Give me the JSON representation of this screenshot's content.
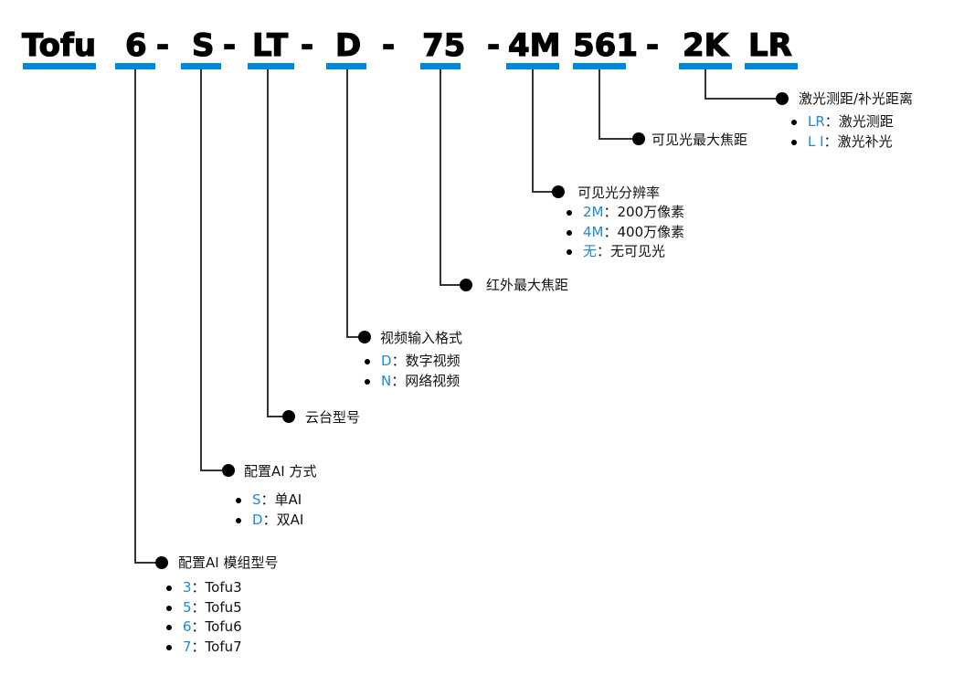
{
  "colors": {
    "accent": "#0088e0",
    "code": "#1a8ad8",
    "line": "#333333"
  },
  "model_code": {
    "segments": [
      {
        "text": "Tofu"
      },
      {
        "text": "6"
      },
      {
        "text": "-"
      },
      {
        "text": "S"
      },
      {
        "text": "-"
      },
      {
        "text": "LT"
      },
      {
        "text": "-"
      },
      {
        "text": "D"
      },
      {
        "text": "-"
      },
      {
        "text": "75"
      },
      {
        "text": "-"
      },
      {
        "text": "4M"
      },
      {
        "text": "561"
      },
      {
        "text": "-"
      },
      {
        "text": "2K"
      },
      {
        "text": "LR"
      }
    ]
  },
  "fields": {
    "laser": {
      "title": "激光测距/补光距离",
      "options": [
        {
          "code": "LR",
          "desc": "：激光测距"
        },
        {
          "code": "L I",
          "desc": "：激光补光"
        }
      ]
    },
    "visible_focal": {
      "title": "可见光最大焦距"
    },
    "visible_resolution": {
      "title": "可见光分辨率",
      "options": [
        {
          "code": "2M",
          "desc": "：200万像素"
        },
        {
          "code": "4M",
          "desc": "：400万像素"
        },
        {
          "code": "无",
          "desc": "：无可见光"
        }
      ]
    },
    "ir_focal": {
      "title": "红外最大焦距"
    },
    "video_input": {
      "title": "视频输入格式",
      "options": [
        {
          "code": "D",
          "desc": "：数字视频"
        },
        {
          "code": "N",
          "desc": "：网络视频"
        }
      ]
    },
    "gimbal": {
      "title": "云台型号"
    },
    "ai_mode": {
      "title": "配置AI 方式",
      "options": [
        {
          "code": "S",
          "desc": "：单AI"
        },
        {
          "code": "D",
          "desc": "：双AI"
        }
      ]
    },
    "ai_module": {
      "title": "配置AI 模组型号",
      "options": [
        {
          "code": "3",
          "desc": "：Tofu3"
        },
        {
          "code": "5",
          "desc": "：Tofu5"
        },
        {
          "code": "6",
          "desc": "：Tofu6"
        },
        {
          "code": "7",
          "desc": "：Tofu7"
        }
      ]
    }
  }
}
